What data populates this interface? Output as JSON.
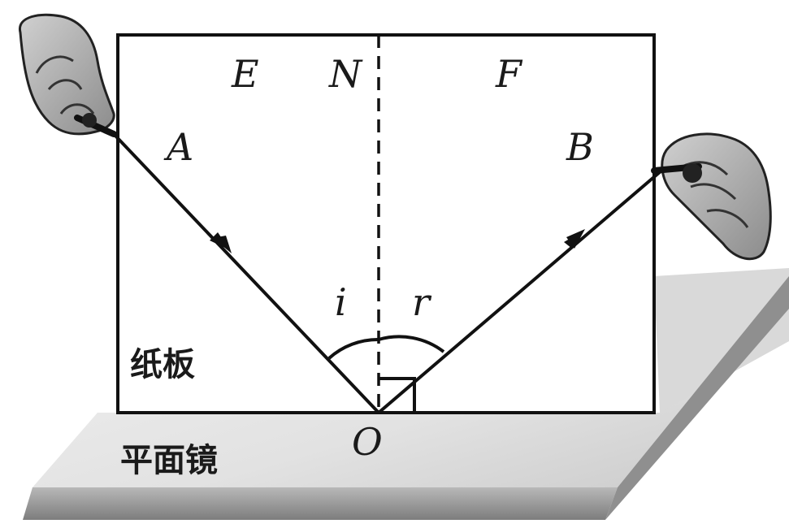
{
  "labels": {
    "E": "E",
    "N": "N",
    "F": "F",
    "A": "A",
    "B": "B",
    "i": "i",
    "r": "r",
    "O": "O",
    "board": "纸板",
    "mirror": "平面镜"
  },
  "icons": {
    "left_hand": "hand-holding-pencil-icon",
    "right_hand": "hand-holding-pencil-icon"
  },
  "colors": {
    "line": "#111111",
    "mirror_top": "#e6e6e6",
    "mirror_side": "#9a9a9a",
    "board": "#ffffff"
  }
}
